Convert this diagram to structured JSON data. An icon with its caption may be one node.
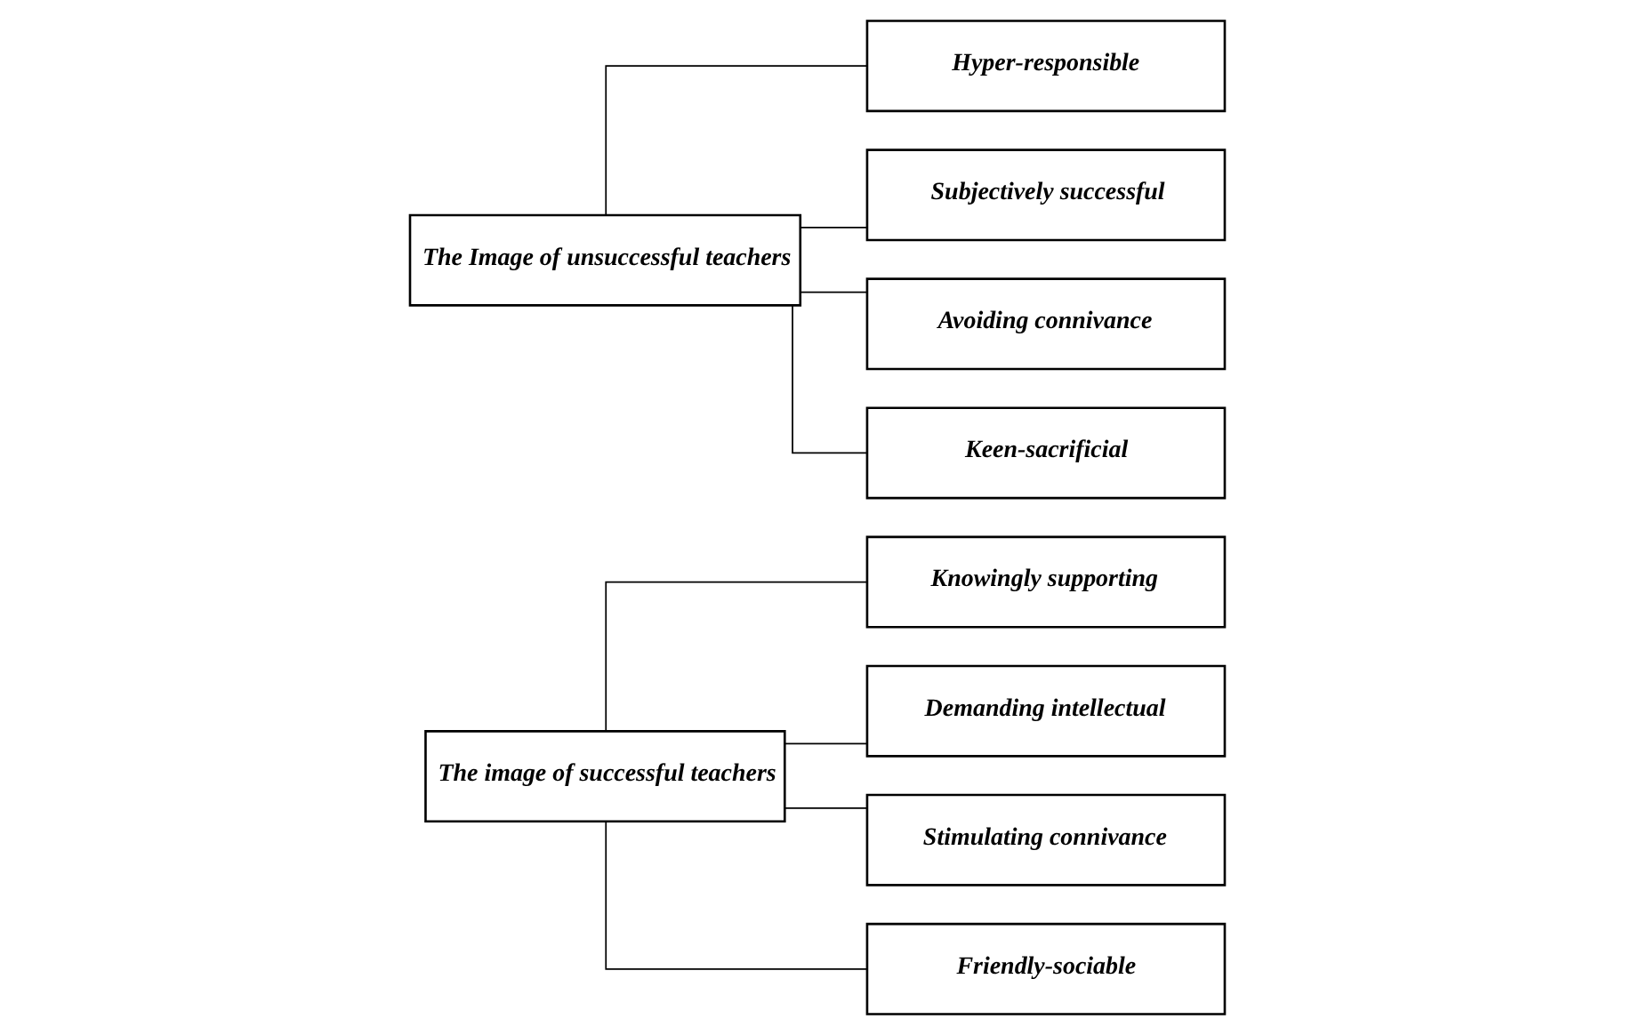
{
  "diagram": {
    "nodes": [
      {
        "text": [
          "The image of successful teachers"
        ]
      },
      {
        "text": [
          "Knowingly supporting"
        ]
      },
      {
        "text": [
          "Demanding intellectual"
        ]
      },
      {
        "text": [
          "Stimulating connivance"
        ]
      },
      {
        "text": [
          "Friendly-sociable"
        ]
      },
      {
        "text": [
          "The Image of unsuccessful teachers"
        ]
      },
      {
        "text": [
          "Hyper-responsible"
        ]
      },
      {
        "text": [
          "Subjectively successful"
        ]
      },
      {
        "text": [
          "Avoiding connivance"
        ]
      },
      {
        "text": [
          "Keen-sacrificial"
        ]
      }
    ],
    "edges": [
      {
        "from": 0,
        "to": 1,
        "arrow": "none"
      },
      {
        "from": 0,
        "to": 2,
        "arrow": "none"
      },
      {
        "from": 0,
        "to": 3,
        "arrow": "none"
      },
      {
        "from": 0,
        "to": 4,
        "arrow": "none"
      },
      {
        "from": 5,
        "to": 6,
        "arrow": "none"
      },
      {
        "from": 5,
        "to": 7,
        "arrow": "none"
      },
      {
        "from": 5,
        "to": 8,
        "arrow": "none"
      },
      {
        "from": 5,
        "to": 9,
        "arrow": "none"
      }
    ]
  }
}
